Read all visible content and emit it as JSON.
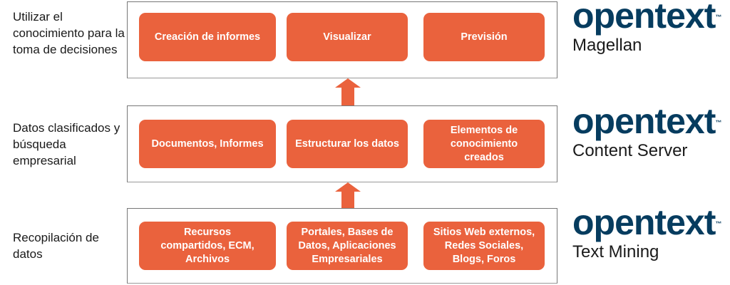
{
  "rows": [
    {
      "label": "Utilizar el conocimiento para la toma de decisiones",
      "items": [
        "Creación de informes",
        "Visualizar",
        "Previsión"
      ],
      "logo": "opentext",
      "tm": "™",
      "product": "Magellan"
    },
    {
      "label": "Datos clasificados y búsqueda empresarial",
      "items": [
        "Documentos, Informes",
        "Estructurar los datos",
        "Elementos de conocimiento creados"
      ],
      "logo": "opentext",
      "tm": "™",
      "product": "Content Server"
    },
    {
      "label": "Recopilación de datos",
      "items": [
        "Recursos compartidos, ECM, Archivos",
        "Portales, Bases de Datos, Aplicaciones Empresariales",
        "Sitios Web externos, Redes Sociales, Blogs, Foros"
      ],
      "logo": "opentext",
      "tm": "™",
      "product": "Text Mining"
    }
  ],
  "colors": {
    "accent": "#ea623d",
    "brand": "#063c5f"
  }
}
